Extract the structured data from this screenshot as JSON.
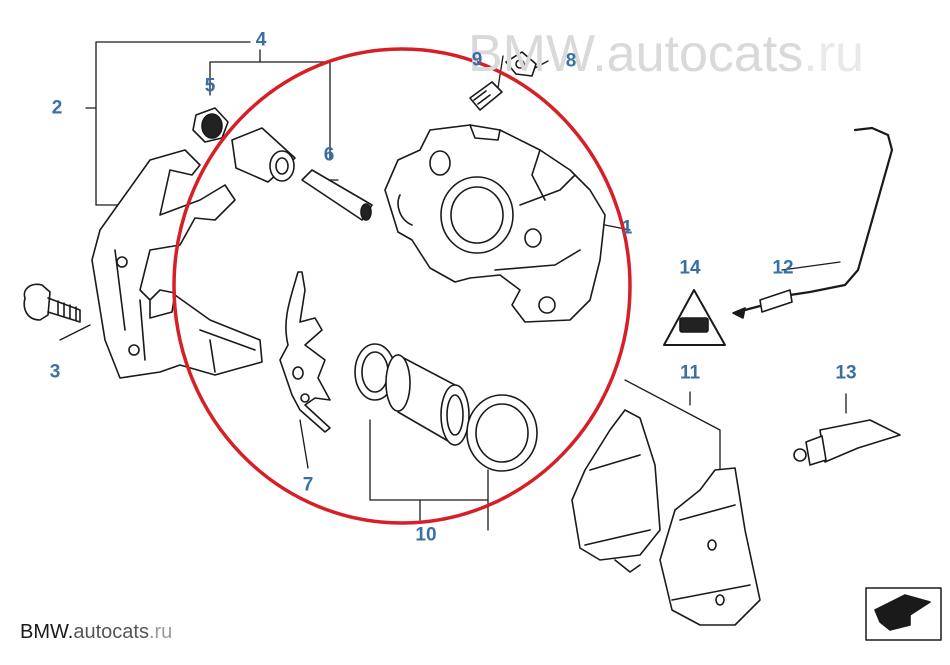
{
  "watermark": {
    "brand": "BMW.",
    "site": "autocats",
    "tld": ".ru"
  },
  "footer": {
    "brand": "BMW.",
    "site": "autocats",
    "tld": ".ru"
  },
  "callouts": [
    "1",
    "2",
    "3",
    "4",
    "5",
    "6",
    "7",
    "8",
    "9",
    "10",
    "11",
    "12",
    "13",
    "14"
  ],
  "colors": {
    "callout": "#3a6fa6",
    "highlight_circle": "#d61f26",
    "line": "#1a1a1a"
  },
  "icons": [
    "brake-caliper",
    "caliper-carrier",
    "bolt",
    "guide-bushing",
    "guide-pin",
    "bleeder-valve",
    "bleeder-cap",
    "retaining-spring",
    "piston-kit",
    "brake-pads",
    "wear-sensor",
    "warning-symbol",
    "grease-tube",
    "next-page-arrow"
  ]
}
